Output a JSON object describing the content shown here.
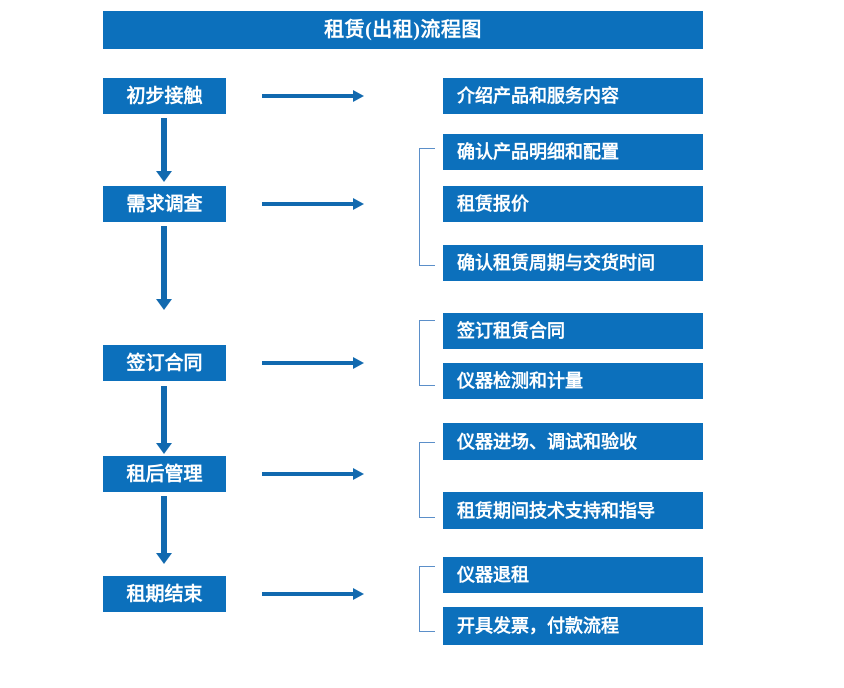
{
  "title": "租赁(出租)流程图",
  "colors": {
    "primary": "#0C70BC",
    "arrow": "#1169AF",
    "bracket": "#5B8FC9",
    "box_text": "#FFFFFF",
    "background": "#FFFFFF"
  },
  "chart_data": {
    "type": "diagram",
    "title": "租赁(出租)流程图",
    "stages": [
      {
        "label": "初步接触",
        "details": [
          "介绍产品和服务内容"
        ]
      },
      {
        "label": "需求调查",
        "details": [
          "确认产品明细和配置",
          "租赁报价",
          "确认租赁周期与交货时间"
        ]
      },
      {
        "label": "签订合同",
        "details": [
          "签订租赁合同",
          "仪器检测和计量"
        ]
      },
      {
        "label": "租后管理",
        "details": [
          "仪器进场、调试和验收",
          "租赁期间技术支持和指导"
        ]
      },
      {
        "label": "租期结束",
        "details": [
          "仪器退租",
          "开具发票，付款流程"
        ]
      }
    ]
  },
  "stages": {
    "s0": {
      "label": "初步接触"
    },
    "s1": {
      "label": "需求调查"
    },
    "s2": {
      "label": "签订合同"
    },
    "s3": {
      "label": "租后管理"
    },
    "s4": {
      "label": "租期结束"
    }
  },
  "details": {
    "d0": "介绍产品和服务内容",
    "d1": "确认产品明细和配置",
    "d2": "租赁报价",
    "d3": "确认租赁周期与交货时间",
    "d4": "签订租赁合同",
    "d5": "仪器检测和计量",
    "d6": "仪器进场、调试和验收",
    "d7": "租赁期间技术支持和指导",
    "d8": "仪器退租",
    "d9": "开具发票，付款流程"
  }
}
